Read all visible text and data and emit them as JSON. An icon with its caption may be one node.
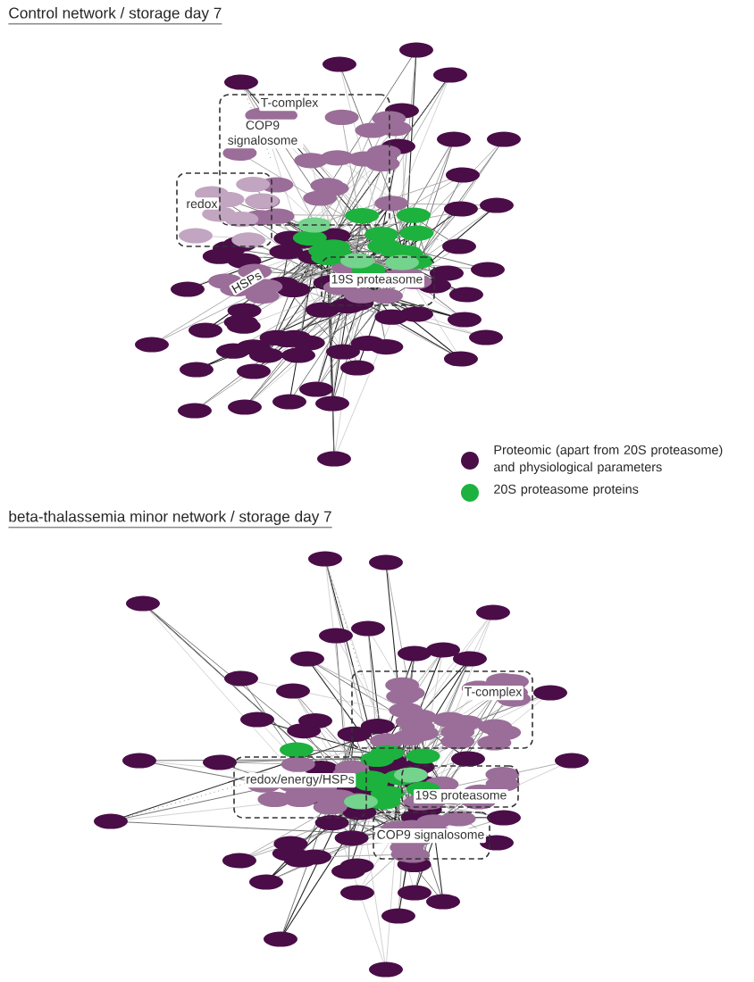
{
  "diagram": {
    "nodes": [
      {
        "text": [
          "T-complex",
          "COP9 signalosome"
        ]
      },
      {
        "text": [
          "redox"
        ]
      },
      {
        "text": [
          "19S proteasome"
        ]
      },
      {
        "text": [
          "T-complex"
        ]
      },
      {
        "text": [
          "redox/energy/HSPs"
        ]
      },
      {
        "text": [
          "19S proteasome"
        ]
      },
      {
        "text": [
          "COP9 signalosome"
        ]
      }
    ],
    "labels": [
      "Control network / storage day 7",
      "HSPs",
      "beta-thalassemia minor network / storage day 7"
    ],
    "legend": [
      {
        "text": "Proteomic (apart from 20S proteasome) and physiological parameters",
        "color": "#4a0d48"
      },
      {
        "text": "20S proteasome proteins",
        "color": "#1db23e"
      }
    ]
  }
}
